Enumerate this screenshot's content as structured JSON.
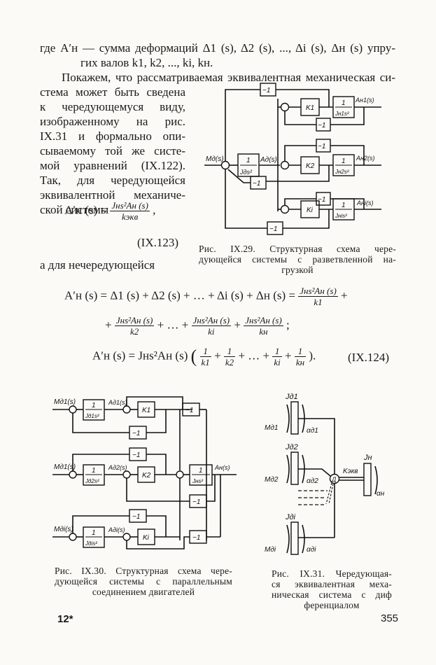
{
  "page": {
    "intro_line1": "где A′н — сумма деформаций Δ1 (s), Δ2 (s), ..., Δi (s), Δн (s) упру-",
    "intro_line2": "гих валов k1, k2, ..., ki, kн.",
    "para_line1": "Покажем, что рассматриваемая эквивалентная механическая си-",
    "para_lines": [
      "стема может быть сведена",
      "к чередующемуся виду,",
      "изображенному на рис.",
      "IX.31 и формально опи-",
      "сываемому той же систе-",
      "мой уравнений (IX.122).",
      "Так, для чередующейся",
      "эквивалентной механиче-",
      "ской системы"
    ],
    "eq123": {
      "lhs": "A′н (s) =",
      "num": "Jнs²Aн (s)",
      "den": "kэкв",
      "tail": ",",
      "number": "(IX.123)"
    },
    "after_eq": "а для нечередующейся",
    "eq124": {
      "line1_lhs": "A′н (s) = Δ1 (s) + Δ2 (s) + … + Δi (s) + Δн (s) =",
      "line1_frac_num": "Jнs²Aн (s)",
      "line1_frac_den": "k1",
      "line1_tail": "+",
      "line2_lead": "+",
      "line2_fracs": [
        {
          "num": "Jнs²Aн (s)",
          "den": "k2"
        },
        {
          "num": "Jнs²Aн (s)",
          "den": "ki"
        },
        {
          "num": "Jнs²Aн (s)",
          "den": "kн"
        }
      ],
      "plus": "+",
      "dots": "+ … +",
      "line2_tail": ";",
      "line3_lhs": "A′н (s) = Jнs²Aн (s)",
      "line3_fracs": [
        {
          "num": "1",
          "den": "k1"
        },
        {
          "num": "1",
          "den": "k2"
        },
        {
          "num": "1",
          "den": "ki"
        },
        {
          "num": "1",
          "den": "kн"
        }
      ],
      "line3_tail": ").",
      "number": "(IX.124)"
    },
    "footer_left": "12*",
    "page_number": "355"
  },
  "fig29": {
    "caption": "Рис. IX.29. Структурная схема чере-дующейся системы с разветвленной на-грузкой",
    "caption_lines": [
      "Рис. IX.29. Структурная схема чере-",
      "дующейся системы с разветвленной на-",
      "грузкой"
    ],
    "labels": {
      "input": "Mд(s)",
      "motor_num": "1",
      "motor_den": "Jдs²",
      "motor_out": "Aд(s)",
      "neg": "−1",
      "k1": "K1",
      "k2": "K2",
      "ki": "Ki",
      "load1_den": "Jн1s²",
      "load2_den": "Jн2s²",
      "loadi_den": "Jнis²",
      "out1": "Aн1(s)",
      "out2": "Aн2(s)",
      "outi": "Aнi(s)"
    }
  },
  "fig30": {
    "caption_lines": [
      "Рис. IX.30. Структурная схема чере-",
      "дующейся системы с параллельным",
      "соединением двигателей"
    ],
    "labels": {
      "in1": "Mд1(s)",
      "in2": "Mд1(s)",
      "ini": "Mдi(s)",
      "den1": "Jд1s²",
      "den2": "Jд2s²",
      "deni": "Jдis²",
      "out1": "Aд1(s)",
      "out2": "Aд2(s)",
      "outi": "Aдi(s)",
      "k1": "K1",
      "k2": "K2",
      "ki": "Ki",
      "load_den": "Jнs²",
      "load_out": "Aн(s)",
      "num": "1",
      "neg": "−1"
    }
  },
  "fig31": {
    "caption_lines": [
      "Рис. IX.31. Чередующая-",
      "ся эквивалентная меха-",
      "ническая система с диф",
      "ференциалом"
    ],
    "labels": {
      "j1": "Jд1",
      "m1": "Mд1",
      "a1": "αд1",
      "j2": "Jд2",
      "m2": "Mд2",
      "a2": "αд2",
      "ji": "Jдi",
      "mi": "Mдi",
      "ai": "αдi",
      "diff": "Д",
      "kekv": "Kэкв",
      "jn": "Jн",
      "an": "αн"
    }
  }
}
